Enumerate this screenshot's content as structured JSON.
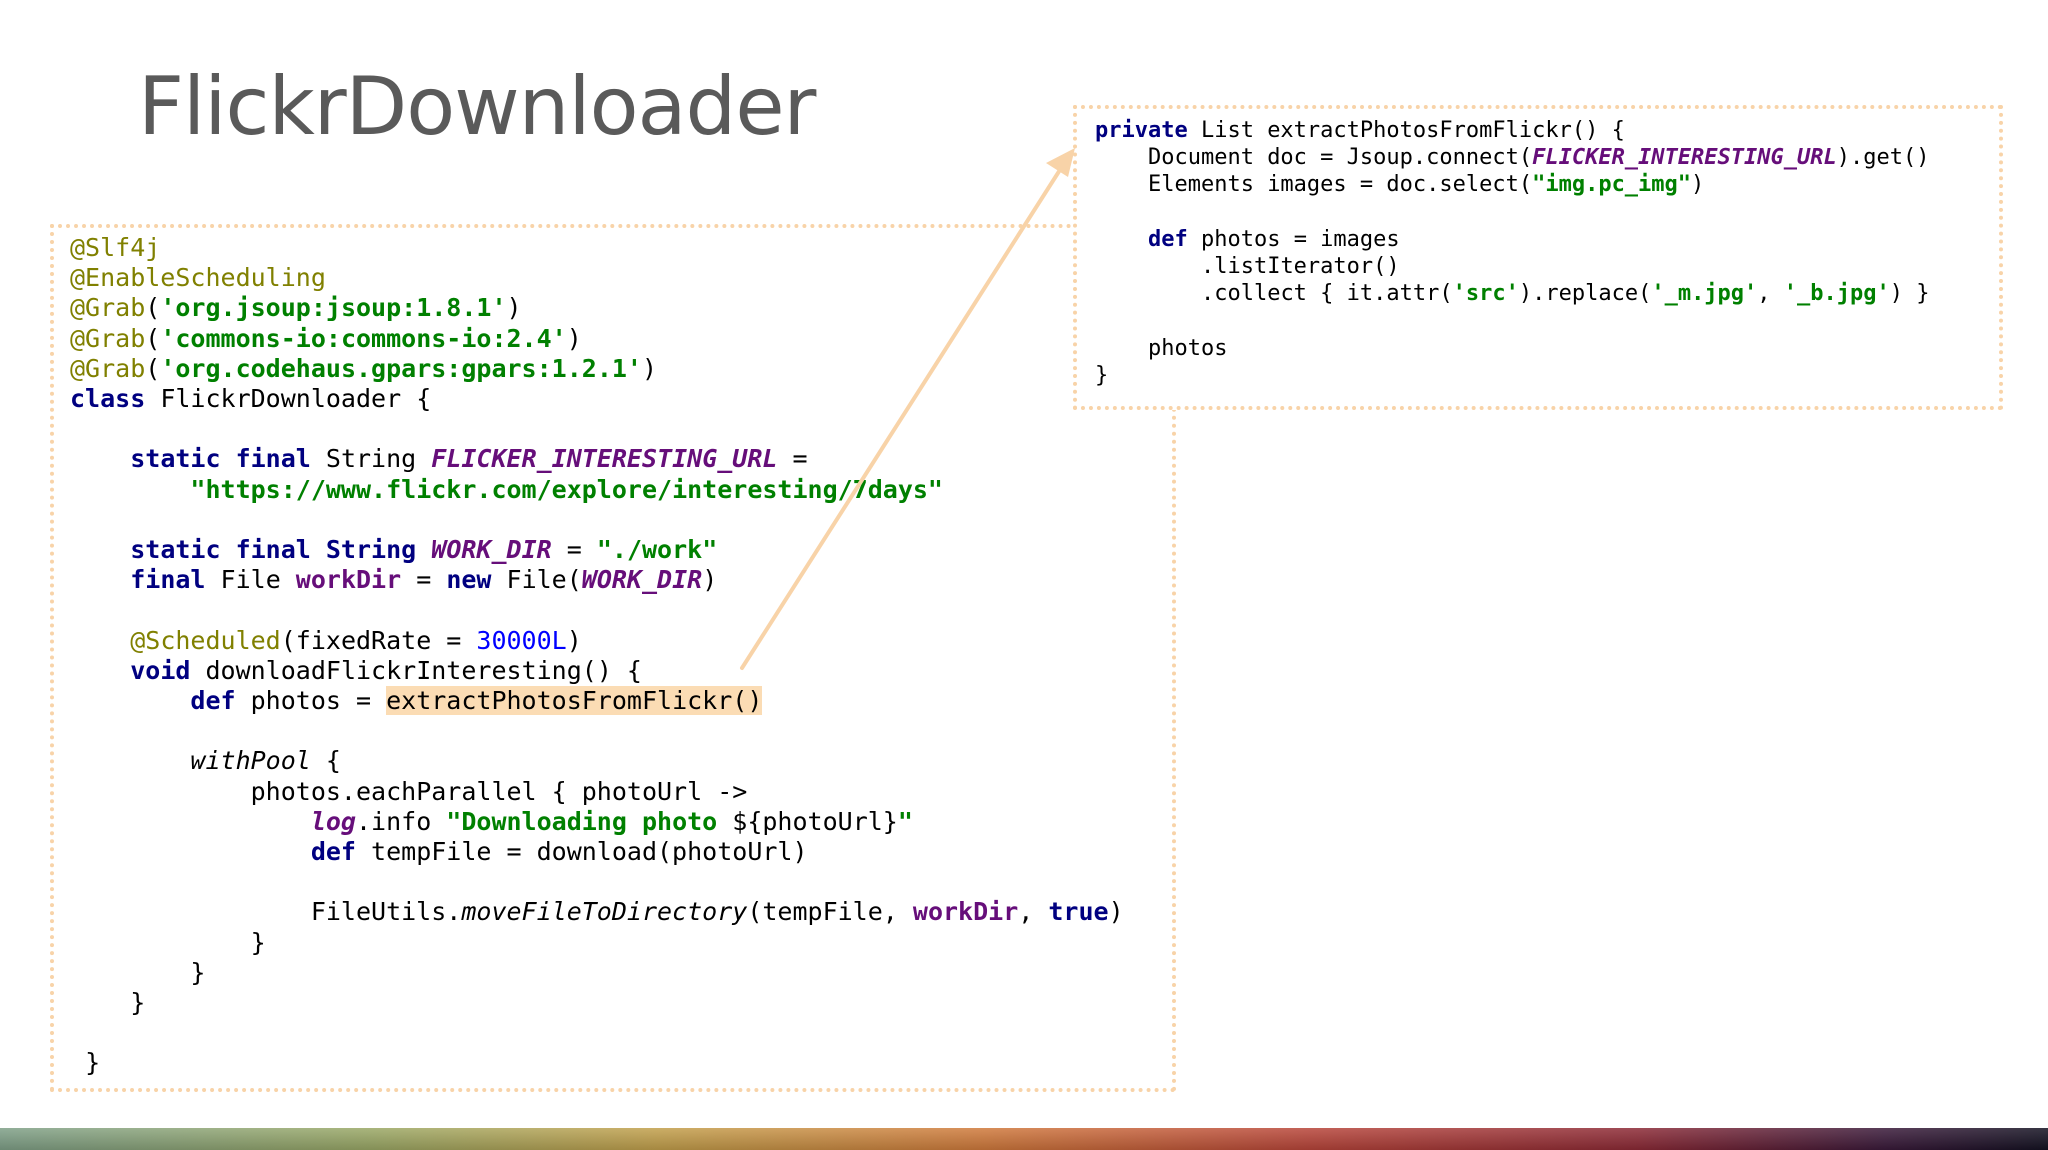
{
  "slide": {
    "title": "FlickrDownloader",
    "accent_color": "#f8d3a8",
    "highlight_color": "#fbdcb4"
  },
  "main_code": {
    "l01_ann": "@Slf4j",
    "l02_ann": "@EnableScheduling",
    "l03_ann": "@Grab",
    "l03_str": "'org.jsoup:jsoup:1.8.1'",
    "l04_ann": "@Grab",
    "l04_str": "'commons-io:commons-io:2.4'",
    "l05_ann": "@Grab",
    "l05_str": "'org.codehaus.gpars:gpars:1.2.1'",
    "l06_kw": "class",
    "l06_text": " FlickrDownloader {",
    "l08_kw": "static final",
    "l08_text_a": " String ",
    "l08_fld": "FLICKER_INTERESTING_URL",
    "l08_text_b": " =",
    "l09_str": "\"https://www.flickr.com/explore/interesting/7days\"",
    "l11_kw": "static final String",
    "l11_fld": "WORK_DIR",
    "l11_text": " = ",
    "l11_str": "\"./work\"",
    "l12_kw_a": "final",
    "l12_text_a": " File ",
    "l12_fld": "workDir",
    "l12_text_b": " = ",
    "l12_kw_b": "new",
    "l12_text_c": " File(",
    "l12_fld_i": "WORK_DIR",
    "l12_text_d": ")",
    "l14_ann": "@Scheduled",
    "l14_text_a": "(fixedRate = ",
    "l14_num": "30000L",
    "l14_text_b": ")",
    "l15_kw": "void",
    "l15_text": " downloadFlickrInteresting() {",
    "l16_kw": "def",
    "l16_text": " photos = ",
    "l16_hl": "extractPhotosFromFlickr()",
    "l18_it": "withPool",
    "l18_text": " {",
    "l19_text": "photos.eachParallel { photoUrl ->",
    "l20_fld_i": "log",
    "l20_text_a": ".info ",
    "l20_str": "\"Downloading photo ",
    "l20_text_b": "${photoUrl}",
    "l20_str_b": "\"",
    "l21_kw": "def",
    "l21_text": " tempFile = download(photoUrl)",
    "l23_text_a": "FileUtils.",
    "l23_it": "moveFileToDirectory",
    "l23_text_b": "(tempFile, ",
    "l23_fld": "workDir",
    "l23_text_c": ", ",
    "l23_kw": "true",
    "l23_text_d": ")",
    "l24_text": "}",
    "l25_text": "}",
    "l26_text": "}",
    "l28_text": "}"
  },
  "method_code": {
    "m01_kw": "private",
    "m01_text": " List extractPhotosFromFlickr() {",
    "m02_text_a": "Document doc = Jsoup.connect(",
    "m02_fld_i": "FLICKER_INTERESTING_URL",
    "m02_text_b": ").get()",
    "m03_text_a": "Elements images = doc.select(",
    "m03_str": "\"img.pc_img\"",
    "m03_text_b": ")",
    "m05_kw": "def",
    "m05_text": " photos = images",
    "m06_text": ".listIterator()",
    "m07_text_a": ".collect { it.attr(",
    "m07_str_a": "'src'",
    "m07_text_b": ").replace(",
    "m07_str_b": "'_m.jpg'",
    "m07_text_c": ", ",
    "m07_str_c": "'_b.jpg'",
    "m07_text_d": ") }",
    "m09_text": "photos",
    "m10_text": "}"
  }
}
